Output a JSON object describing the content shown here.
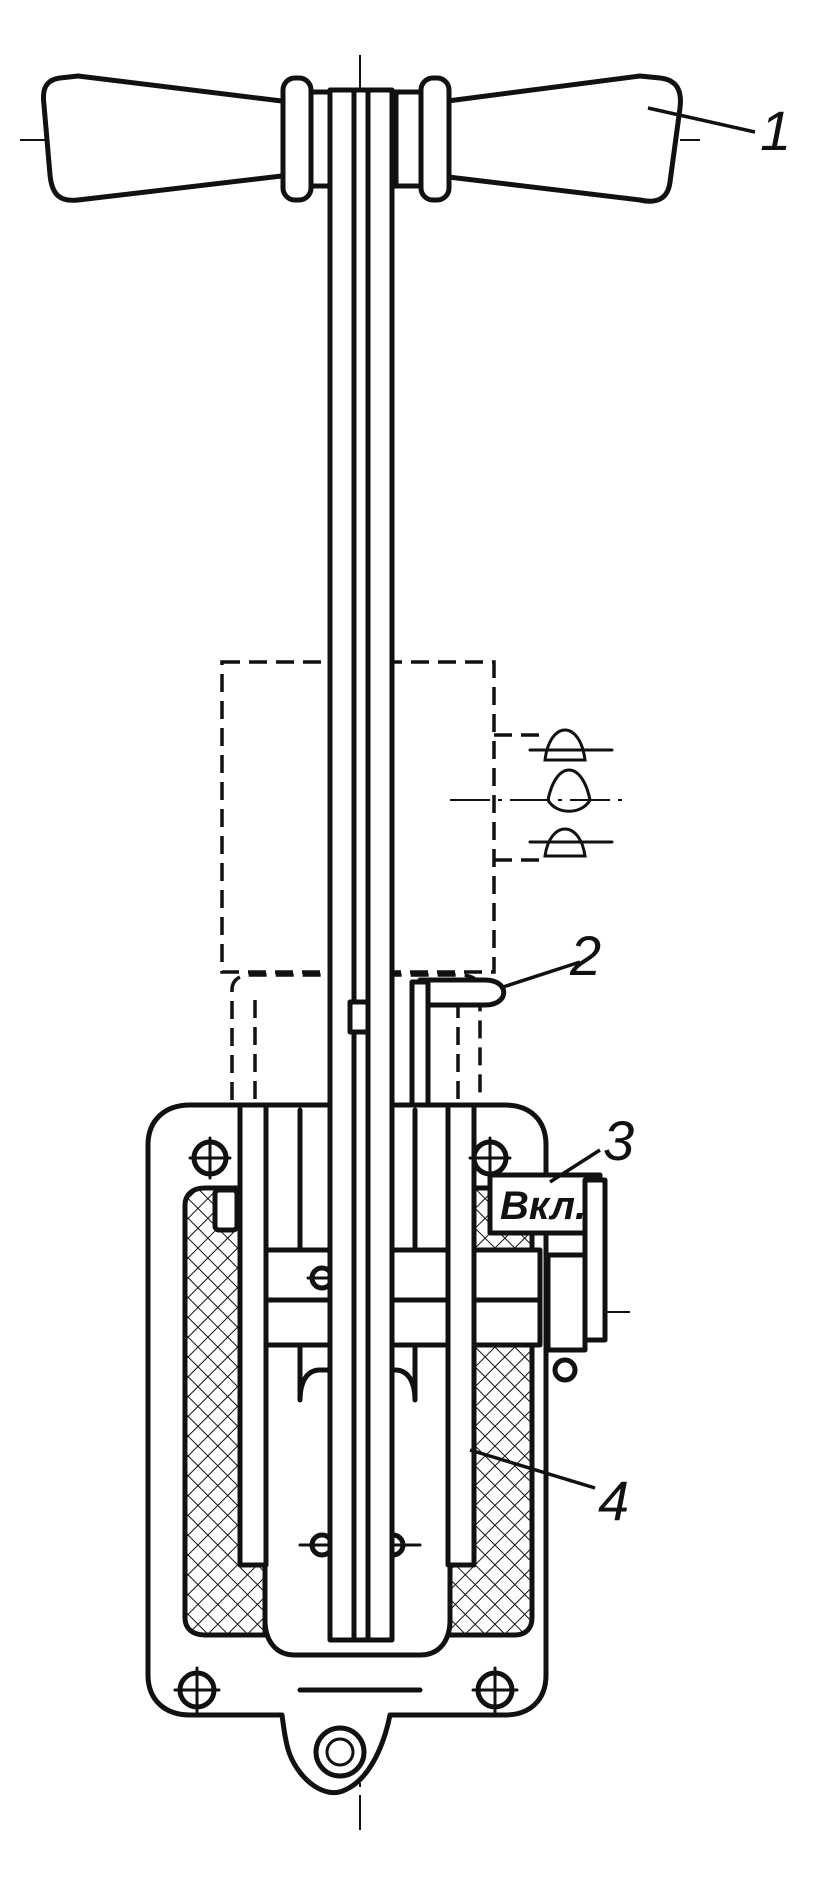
{
  "labels": {
    "handle": "1",
    "latch": "2",
    "indicator": "3",
    "coil": "4"
  },
  "indicator_plate": {
    "text": "Вкл."
  },
  "colors": {
    "ink": "#111111",
    "paper": "#ffffff"
  }
}
